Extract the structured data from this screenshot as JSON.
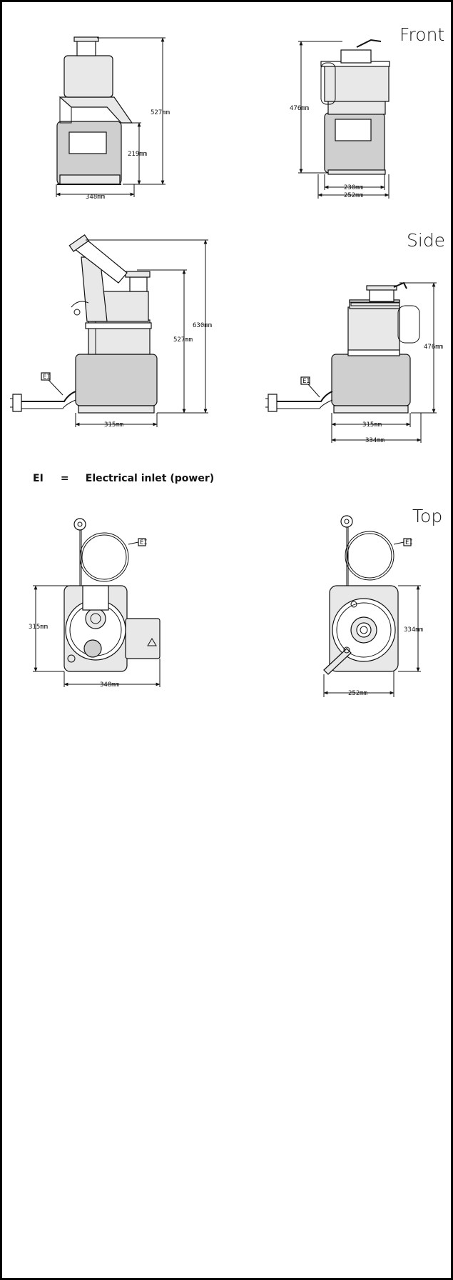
{
  "views": {
    "front": "Front",
    "side": "Side",
    "top": "Top"
  },
  "legend": {
    "abbr": "EI",
    "equals": "=",
    "text": "Electrical inlet (power)"
  },
  "dimensions": {
    "front_left": {
      "height_total": "527mm",
      "height_base": "219mm",
      "width": "348mm"
    },
    "front_right": {
      "height": "476mm",
      "width_inner": "230mm",
      "width_outer": "252mm"
    },
    "side_left": {
      "height_total": "630mm",
      "height_mid": "527mm",
      "depth": "315mm",
      "tag": "EI"
    },
    "side_right": {
      "height": "476mm",
      "depth_inner": "315mm",
      "depth_outer": "334mm",
      "tag": "EI"
    },
    "top_left": {
      "depth": "315mm",
      "width": "348mm",
      "tag": "EI"
    },
    "top_right": {
      "depth": "334mm",
      "width": "252mm",
      "tag": "EI"
    }
  }
}
